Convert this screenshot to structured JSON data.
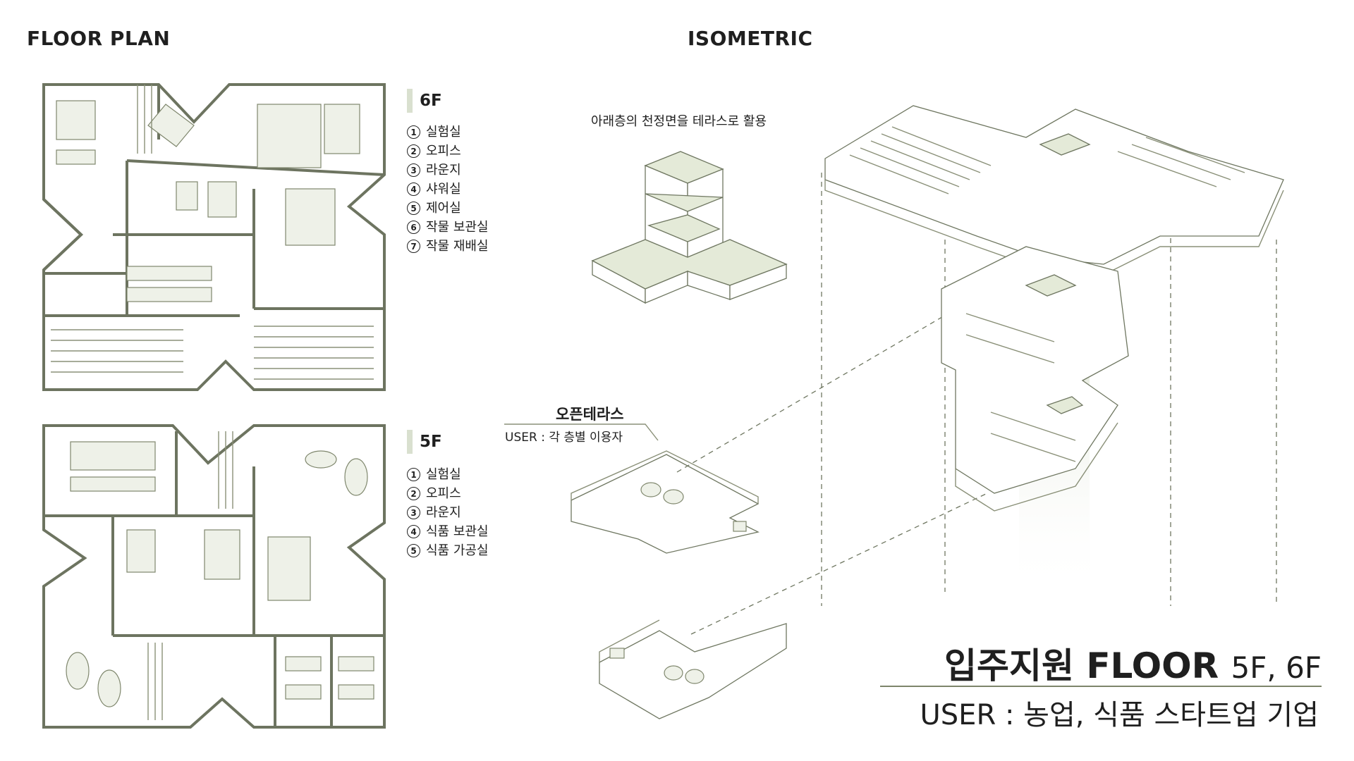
{
  "headings": {
    "floor_plan": "FLOOR PLAN",
    "isometric": "ISOMETRIC"
  },
  "plan_6f": {
    "label": "6F",
    "legend": [
      {
        "num": "1",
        "text": "실험실"
      },
      {
        "num": "2",
        "text": "오피스"
      },
      {
        "num": "3",
        "text": "라운지"
      },
      {
        "num": "4",
        "text": "샤워실"
      },
      {
        "num": "5",
        "text": "제어실"
      },
      {
        "num": "6",
        "text": "작물 보관실"
      },
      {
        "num": "7",
        "text": "작물 재배실"
      }
    ]
  },
  "plan_5f": {
    "label": "5F",
    "legend": [
      {
        "num": "1",
        "text": "실험실"
      },
      {
        "num": "2",
        "text": "오피스"
      },
      {
        "num": "3",
        "text": "라운지"
      },
      {
        "num": "4",
        "text": "식품 보관실"
      },
      {
        "num": "5",
        "text": "식품 가공실"
      }
    ]
  },
  "isometric": {
    "ceiling_note": "아래층의 천정면을 테라스로 활용",
    "terrace_title": "오픈테라스",
    "terrace_user": "USER : 각 층별 이용자"
  },
  "summary": {
    "title": "입주지원 FLOOR",
    "floors": "5F, 6F",
    "user_line": "USER : 농업, 식품 스타트업 기업"
  },
  "colors": {
    "wall": "#6d7460",
    "accent_green": "#d9e0cf",
    "core_green": "#cbd5ba"
  }
}
